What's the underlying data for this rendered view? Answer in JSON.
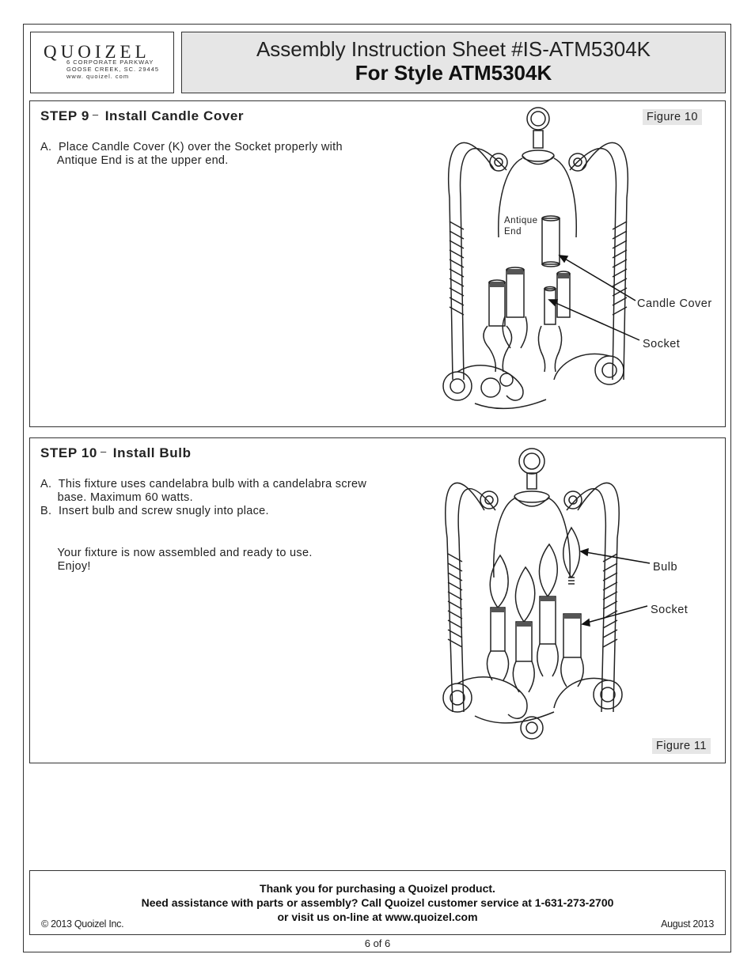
{
  "header": {
    "logo": {
      "name": "QUOIZEL",
      "address_line1": "6 CORPORATE PARKWAY",
      "address_line2": "GOOSE CREEK, SC. 29445",
      "website": "www. quoizel. com"
    },
    "title_line1": "Assembly Instruction Sheet #IS-ATM5304K",
    "title_line2": "For Style ATM5304K"
  },
  "step9": {
    "label": "STEP 9",
    "dash": "–",
    "title": "Install Candle Cover",
    "instruction_a_line1": "A.  Place Candle Cover (K) over the Socket properly with",
    "instruction_a_line2": "     Antique End is at the upper end.",
    "figure_label": "Figure 10",
    "callouts": {
      "antique_end_line1": "Antique",
      "antique_end_line2": "End",
      "candle_cover": "Candle Cover",
      "socket": "Socket"
    }
  },
  "step10": {
    "label": "STEP 10",
    "dash": "–",
    "title": "Install Bulb",
    "instruction_a_line1": "A.  This fixture uses candelabra bulb with a candelabra screw",
    "instruction_a_line2": "     base. Maximum 60 watts.",
    "instruction_b": "B.  Insert bulb and screw snugly into place.",
    "closing_line1": "     Your fixture is now assembled and ready to use.",
    "closing_line2": "     Enjoy!",
    "figure_label": "Figure 11",
    "callouts": {
      "bulb": "Bulb",
      "socket": "Socket"
    }
  },
  "footer": {
    "thanks": "Thank you for purchasing a Quoizel product.",
    "assistance": "Need assistance with parts or assembly? Call Quoizel customer service at 1-631-273-2700",
    "website": "or visit us on-line at www.quoizel.com",
    "copyright": "© 2013  Quoizel Inc.",
    "date": "August 2013"
  },
  "page_number": "6 of 6"
}
